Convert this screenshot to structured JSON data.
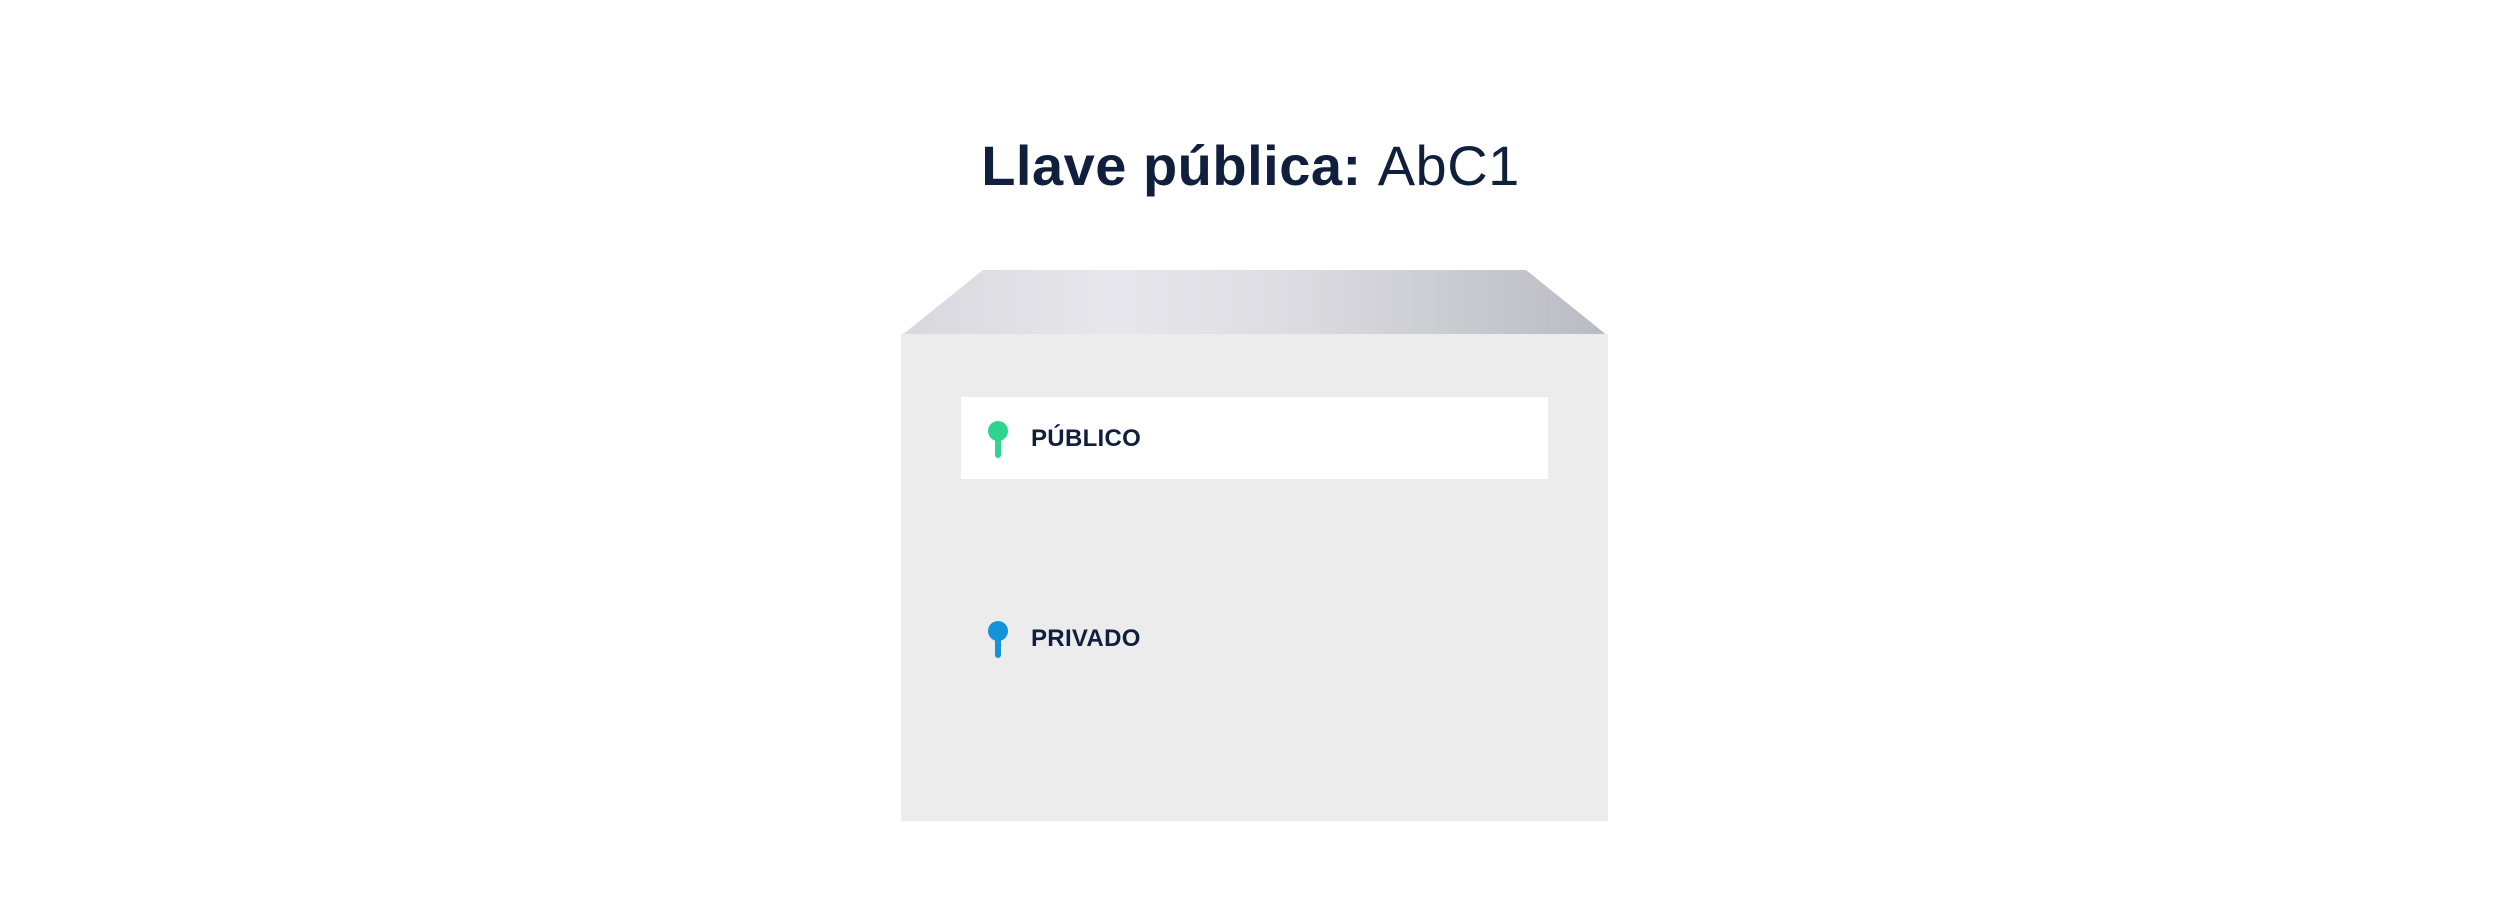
{
  "title": {
    "label": "Llave pública:",
    "value": "AbC1"
  },
  "slots": [
    {
      "label": "PÚBLICO",
      "icon": "green-key-icon",
      "color": "#2ed48f"
    },
    {
      "label": "PRIVADO",
      "icon": "blue-key-icon",
      "color": "#1593d8"
    }
  ],
  "colors": {
    "text": "#0f1f3d",
    "box": "#ececec",
    "lid_light": "#e6e6ea",
    "lid_dark": "#bcbcc4"
  }
}
